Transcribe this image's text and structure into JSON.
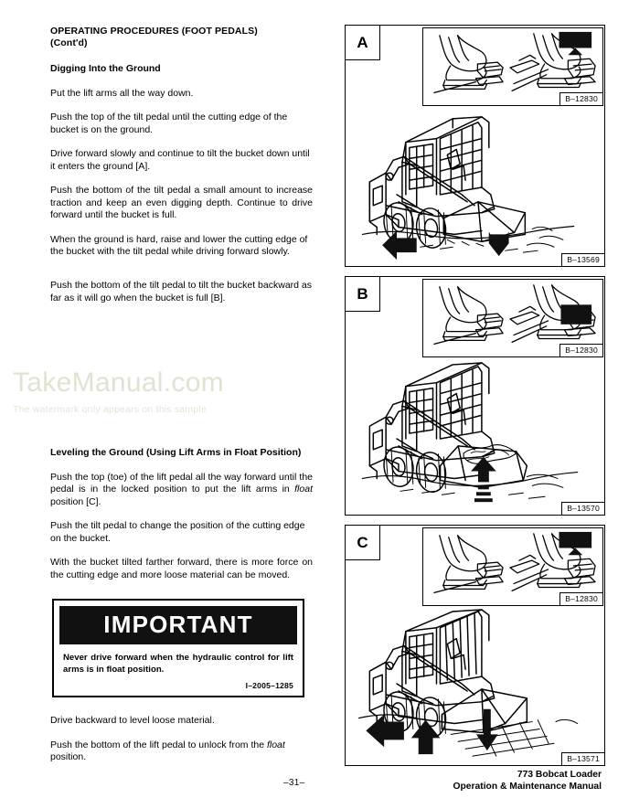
{
  "document": {
    "section_heading": "OPERATING PROCEDURES (FOOT PEDALS)",
    "section_heading_cont": "(Cont'd)"
  },
  "left_column": {
    "digging_heading": "Digging Into the Ground",
    "p1": "Put the lift arms all the way down.",
    "p2": "Push the top of the tilt pedal until the cutting edge of the bucket is on the ground.",
    "p3": "Drive forward slowly and continue to tilt the bucket down until it enters the ground [A].",
    "p4": "Push  the bottom of the tilt    pedal  a  small  amount  to increase  traction and keep an even digging depth. Continue to drive forward until the bucket is full.",
    "p5": "When the ground is hard, raise and lower the cutting edge of  the bucket with the tilt pedal while driving forward slowly.",
    "p6": "Push the bottom of the tilt pedal to tilt the bucket backward as far as it will go when the bucket is full [B].",
    "leveling_heading": "Leveling  the  Ground  (Using  Lift  Arms  in  Float Position)",
    "p7_a": "Push the top (toe) of the lift pedal all the way forward until the pedal is in the locked position to put the lift arms in ",
    "p7_italic": "float",
    "p7_b": " position [C].",
    "p8": "Push the tilt pedal to change the position of the cutting edge on the bucket.",
    "p9": "With the bucket tilted farther forward, there is more force on  the  cutting  edge and more loose material can be moved.",
    "p10": "Drive backward to level loose material.",
    "p11_a": "Push the bottom of the lift pedal to unlock from the  ",
    "p11_italic": "float",
    "p11_b": " position."
  },
  "important_box": {
    "banner": "IMPORTANT",
    "text": "Never  drive  forward  when  the  hydraulic control for lift arms is in float position.",
    "reference": "I–2005–1285"
  },
  "watermark": {
    "main": "TakeManual.com",
    "sub": "The watermark only appears on this sample"
  },
  "panels": [
    {
      "letter": "A",
      "inset_reference": "B–12830",
      "panel_reference": "B–13569",
      "illustration": "skid-steer-loader-digging-into-ground",
      "inset_illustration": "foot-on-tilt-pedal-pair"
    },
    {
      "letter": "B",
      "inset_reference": "B–12830",
      "panel_reference": "B–13570",
      "illustration": "skid-steer-loader-bucket-full-tilted-back",
      "inset_illustration": "foot-on-tilt-pedal-pair"
    },
    {
      "letter": "C",
      "inset_reference": "B–12830",
      "panel_reference": "B–13571",
      "illustration": "skid-steer-loader-leveling-ground-float",
      "inset_illustration": "foot-on-lift-pedal-pair"
    }
  ],
  "footer": {
    "page_number": "–31–",
    "manual_line1": "773 Bobcat Loader",
    "manual_line2": "Operation & Maintenance Manual"
  }
}
